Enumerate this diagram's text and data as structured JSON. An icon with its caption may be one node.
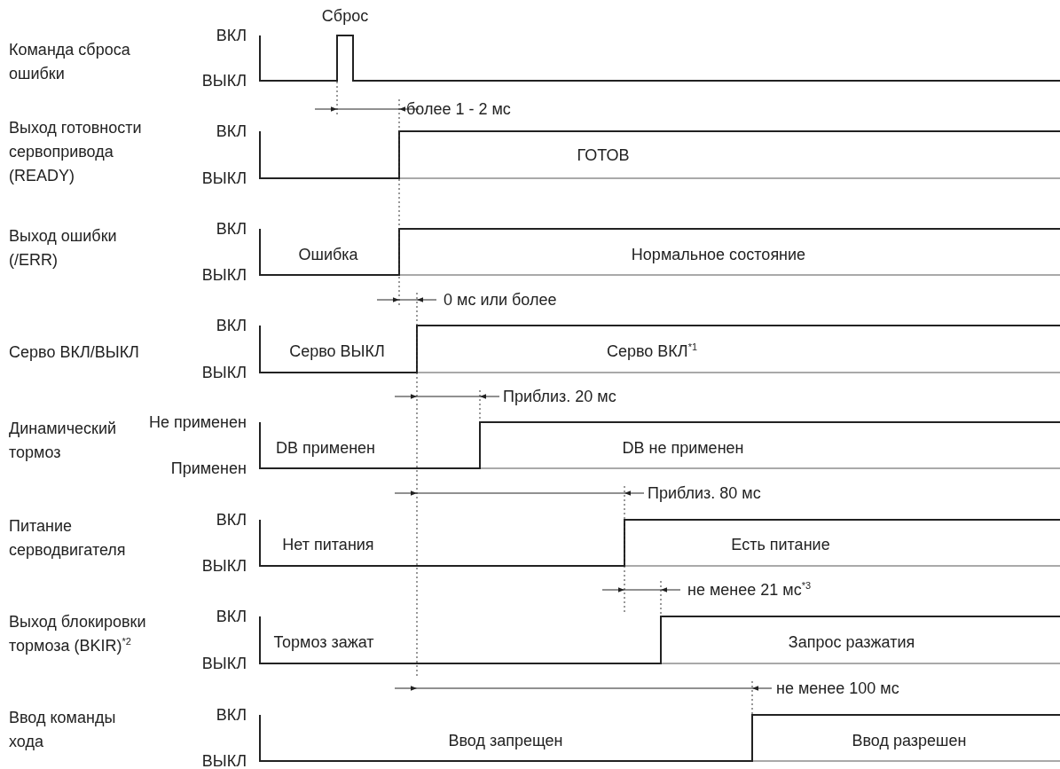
{
  "diagram": {
    "labels": [
      "Сброс",
      "Команда сброса ошибки",
      "ВКЛ",
      "ВЫКЛ",
      "более 1 - 2 мс",
      "Выход готовности сервопривода (READY)",
      "ВКЛ",
      "ВЫКЛ",
      "ГОТОВ",
      "Выход ошибки (/ERR)",
      "ВКЛ",
      "Ошибка",
      "Нормальное состояние",
      "ВЫКЛ",
      "0 мс или более",
      "Серво ВКЛ/ВЫКЛ",
      "ВКЛ",
      "Серво ВЫКЛ",
      "Серво ВКЛ$^{*1}$",
      "ВЫКЛ",
      "Приблиз. 20 мс",
      "Динамический тормоз",
      "Не применен",
      "DB применен",
      "DB не применен",
      "Применен",
      "Приблиз. 80 мс",
      "Питание серводвигателя",
      "ВКЛ",
      "Нет питания",
      "Есть питание",
      "ВЫКЛ",
      "не менее 21 мс$^{*3}$",
      "Выход блокировки тормоза (BKIR)$^{*2}$",
      "ВКЛ",
      "Тормоз зажат",
      "Запрос разжатия",
      "ВЫКЛ",
      "не менее 100 мс",
      "Ввод команды хода",
      "ВКЛ",
      "Ввод запрещен",
      "Ввод разрешен",
      "ВЫКЛ"
    ]
  }
}
